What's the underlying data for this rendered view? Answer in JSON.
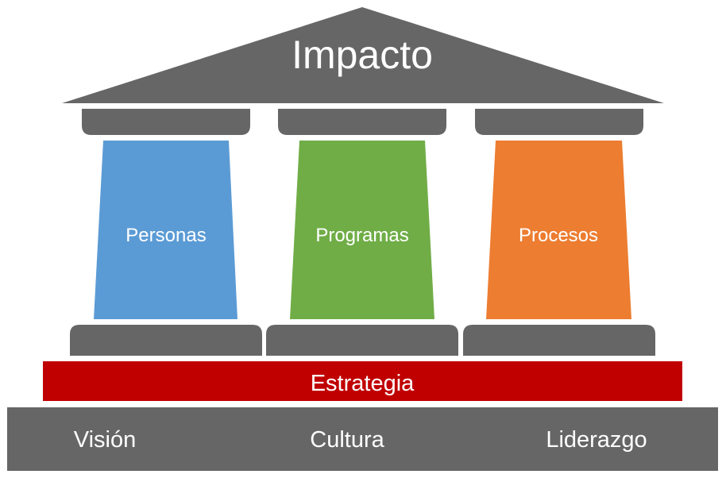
{
  "roof": {
    "label": "Impacto"
  },
  "pillars": [
    {
      "label": "Personas",
      "color": "#5b9bd5"
    },
    {
      "label": "Programas",
      "color": "#70ad47"
    },
    {
      "label": "Procesos",
      "color": "#ed7d31"
    }
  ],
  "strategy": {
    "label": "Estrategia",
    "color": "#c00000"
  },
  "foundation": {
    "items": [
      "Visión",
      "Cultura",
      "Liderazgo"
    ]
  },
  "colors": {
    "structure": "#666666",
    "text": "#ffffff"
  }
}
